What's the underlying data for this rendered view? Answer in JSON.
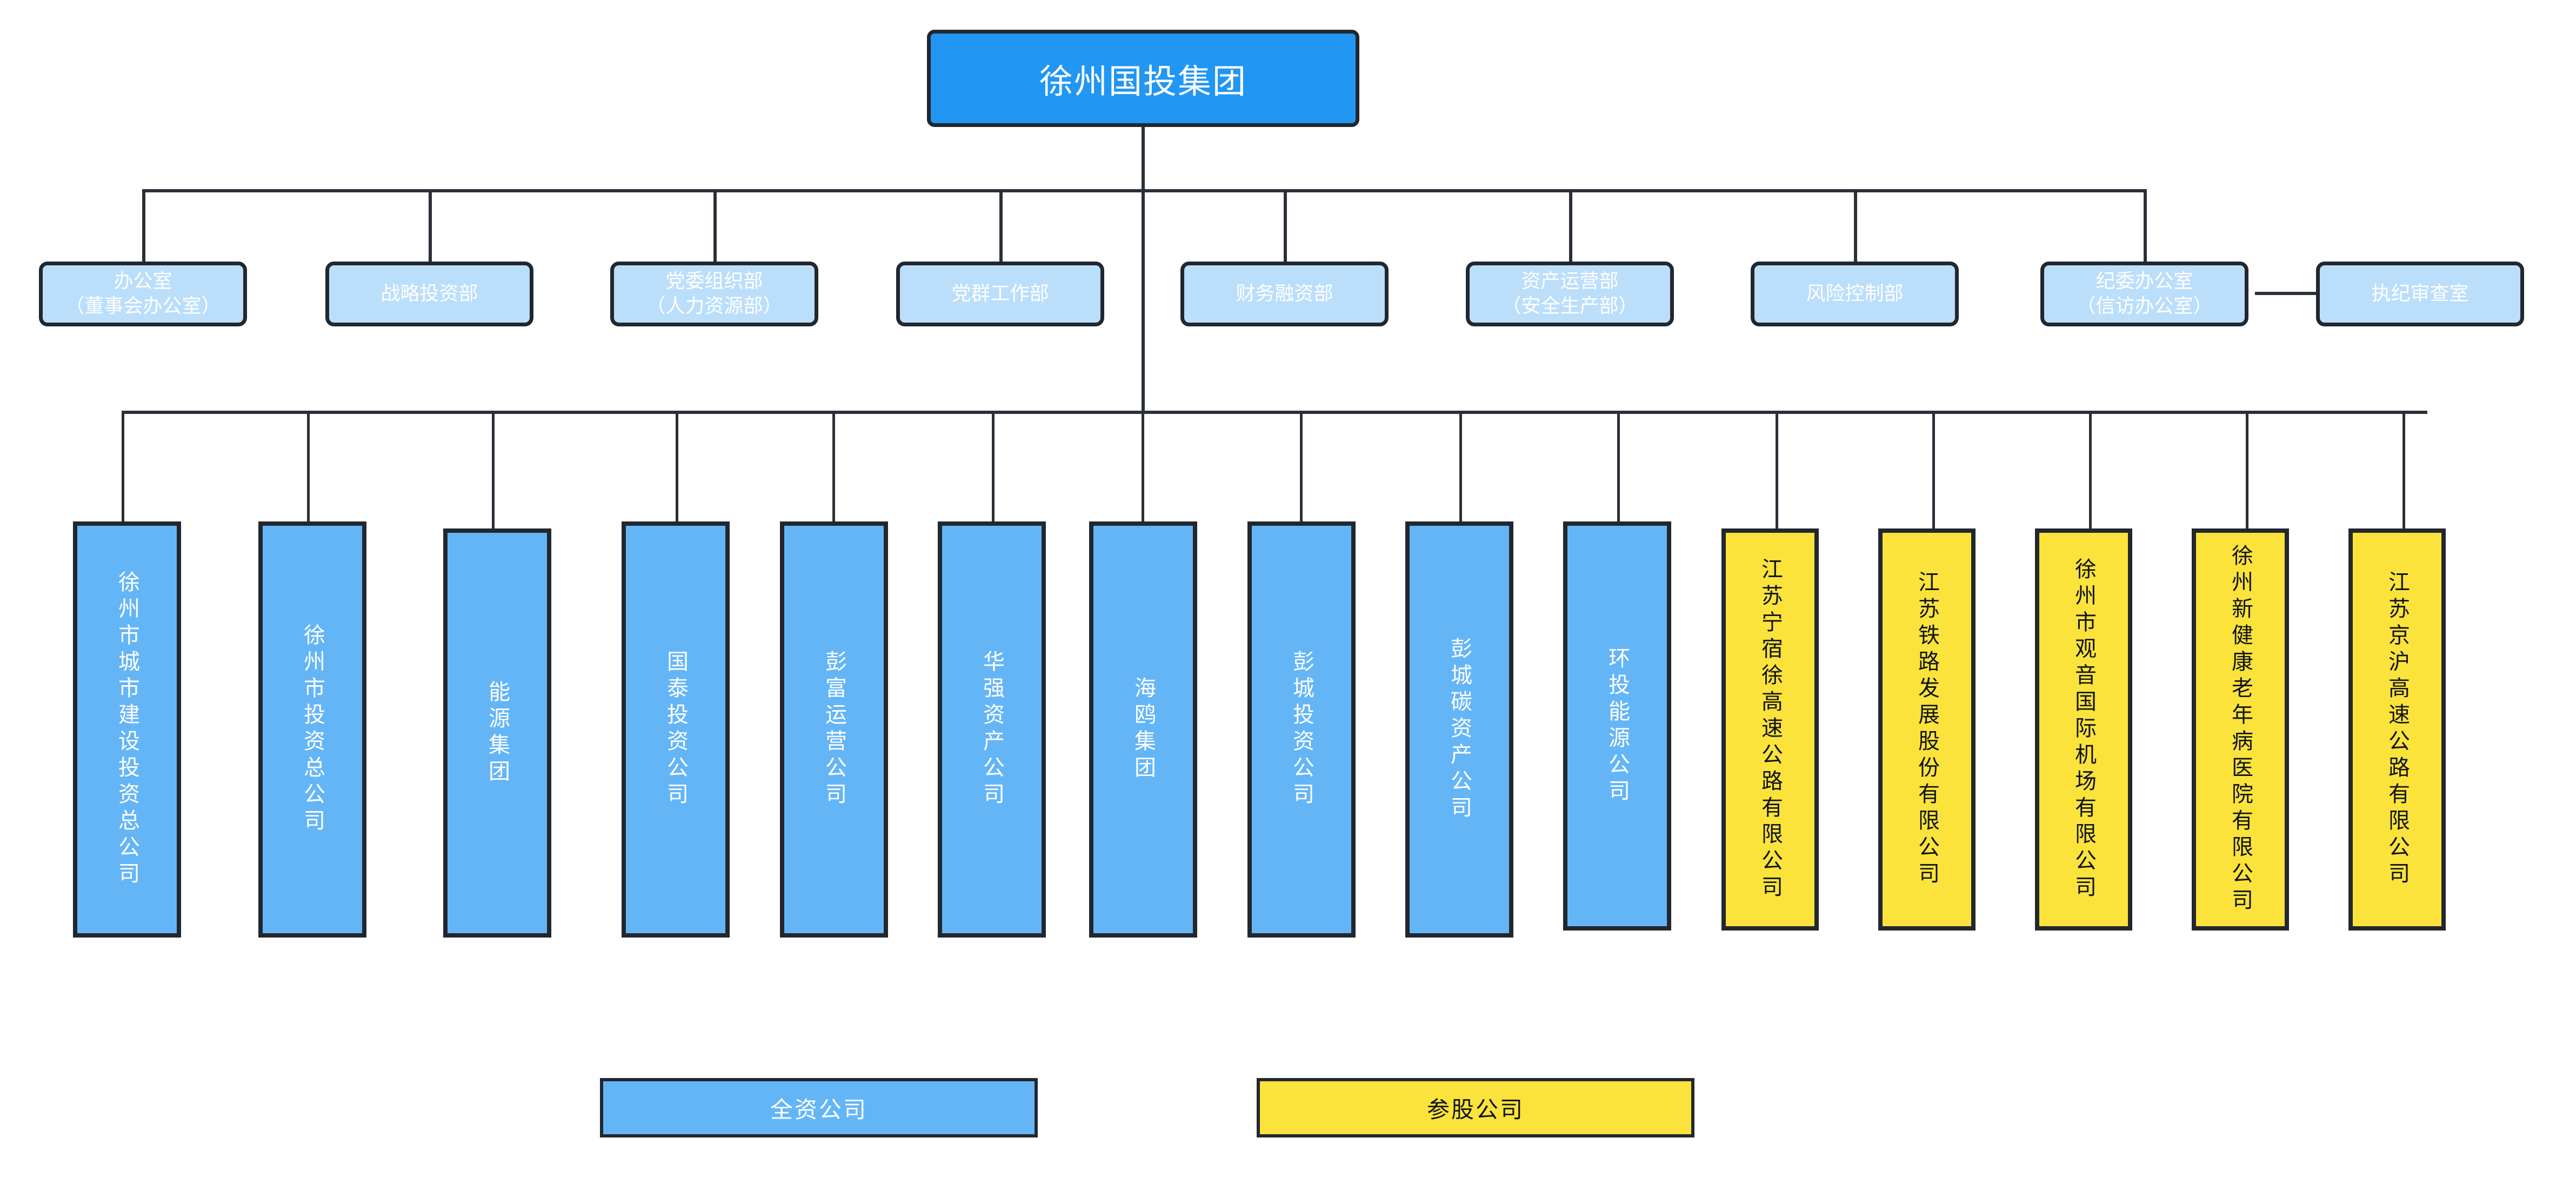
{
  "root": {
    "label": "徐州国投集团",
    "fill": "#2196f3",
    "text_color": "#ffffff"
  },
  "departments": {
    "fill": "#bbdefb",
    "text_color": "#ffffff",
    "items": [
      {
        "line1": "办公室",
        "line2": "（董事会办公室）"
      },
      {
        "line1": "战略投资部",
        "line2": ""
      },
      {
        "line1": "党委组织部",
        "line2": "（人力资源部）"
      },
      {
        "line1": "党群工作部",
        "line2": ""
      },
      {
        "line1": "财务融资部",
        "line2": ""
      },
      {
        "line1": "资产运营部",
        "line2": "（安全生产部）"
      },
      {
        "line1": "风险控制部",
        "line2": ""
      },
      {
        "line1": "纪委办公室",
        "line2": "（信访办公室）"
      }
    ],
    "side_item": {
      "line1": "执纪审查室",
      "line2": ""
    }
  },
  "subsidiaries": {
    "wholly_owned_fill": "#64b5f6",
    "wholly_owned_text_color": "#ffffff",
    "equity_fill": "#fbe33c",
    "equity_text_color": "#111418",
    "items": [
      {
        "label": "徐州市城市建设投资总公司",
        "type": "wholly-owned"
      },
      {
        "label": "徐州市投资总公司",
        "type": "wholly-owned"
      },
      {
        "label": "能源集团",
        "type": "wholly-owned"
      },
      {
        "label": "国泰投资公司",
        "type": "wholly-owned"
      },
      {
        "label": "彭富运营公司",
        "type": "wholly-owned"
      },
      {
        "label": "华强资产公司",
        "type": "wholly-owned"
      },
      {
        "label": "海鸥集团",
        "type": "wholly-owned"
      },
      {
        "label": "彭城投资公司",
        "type": "wholly-owned"
      },
      {
        "label": "彭城碳资产公司",
        "type": "wholly-owned"
      },
      {
        "label": "环投能源公司",
        "type": "wholly-owned"
      },
      {
        "label": "江苏宁宿徐高速公路有限公司",
        "type": "equity"
      },
      {
        "label": "江苏铁路发展股份有限公司",
        "type": "equity"
      },
      {
        "label": "徐州市观音国际机场有限公司",
        "type": "equity"
      },
      {
        "label": "徐州新健康老年病医院有限公司",
        "type": "equity"
      },
      {
        "label": "江苏京沪高速公路有限公司",
        "type": "equity"
      }
    ]
  },
  "legend": {
    "items": [
      {
        "label": "全资公司",
        "type": "wholly-owned",
        "fill": "#64b5f6",
        "text_color": "#ffffff"
      },
      {
        "label": "参股公司",
        "type": "equity",
        "fill": "#fbe33c",
        "text_color": "#111418"
      }
    ]
  },
  "connector_color": "#2b3038"
}
